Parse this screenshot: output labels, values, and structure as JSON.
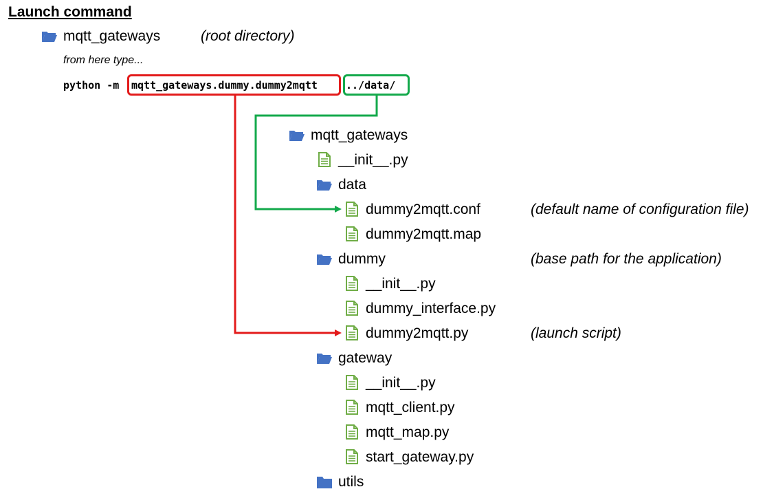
{
  "heading": "Launch command",
  "root": {
    "name": "mqtt_gateways",
    "note": "(root directory)",
    "icon": "open-folder-icon"
  },
  "hint": "from here type...",
  "command": {
    "prefix": "python -m",
    "module": "mqtt_gateways.dummy.dummy2mqtt",
    "argument": "../data/",
    "module_highlight_color": "#e31b1b",
    "argument_highlight_color": "#13a94b"
  },
  "tree": [
    {
      "name": "mqtt_gateways",
      "kind": "folder-open",
      "icon": "open-folder-icon"
    },
    {
      "name": "__init__.py",
      "kind": "file",
      "icon": "file-icon"
    },
    {
      "name": "data",
      "kind": "folder-open",
      "icon": "open-folder-icon"
    },
    {
      "name": "dummy2mqtt.conf",
      "kind": "file",
      "icon": "file-icon",
      "note": "(default name of configuration file)"
    },
    {
      "name": "dummy2mqtt.map",
      "kind": "file",
      "icon": "file-icon"
    },
    {
      "name": "dummy",
      "kind": "folder-open",
      "icon": "open-folder-icon",
      "note": "(base path for the application)"
    },
    {
      "name": "__init__.py",
      "kind": "file",
      "icon": "file-icon"
    },
    {
      "name": "dummy_interface.py",
      "kind": "file",
      "icon": "file-icon"
    },
    {
      "name": "dummy2mqtt.py",
      "kind": "file",
      "icon": "file-icon",
      "note": "(launch script)"
    },
    {
      "name": "gateway",
      "kind": "folder-open",
      "icon": "open-folder-icon"
    },
    {
      "name": "__init__.py",
      "kind": "file",
      "icon": "file-icon"
    },
    {
      "name": "mqtt_client.py",
      "kind": "file",
      "icon": "file-icon"
    },
    {
      "name": "mqtt_map.py",
      "kind": "file",
      "icon": "file-icon"
    },
    {
      "name": "start_gateway.py",
      "kind": "file",
      "icon": "file-icon"
    },
    {
      "name": "utils",
      "kind": "folder-closed",
      "icon": "closed-folder-icon"
    }
  ],
  "colors": {
    "folder": "#4472c4",
    "file": "#70ad47",
    "module_arrow": "#e31b1b",
    "argument_arrow": "#13a94b"
  }
}
